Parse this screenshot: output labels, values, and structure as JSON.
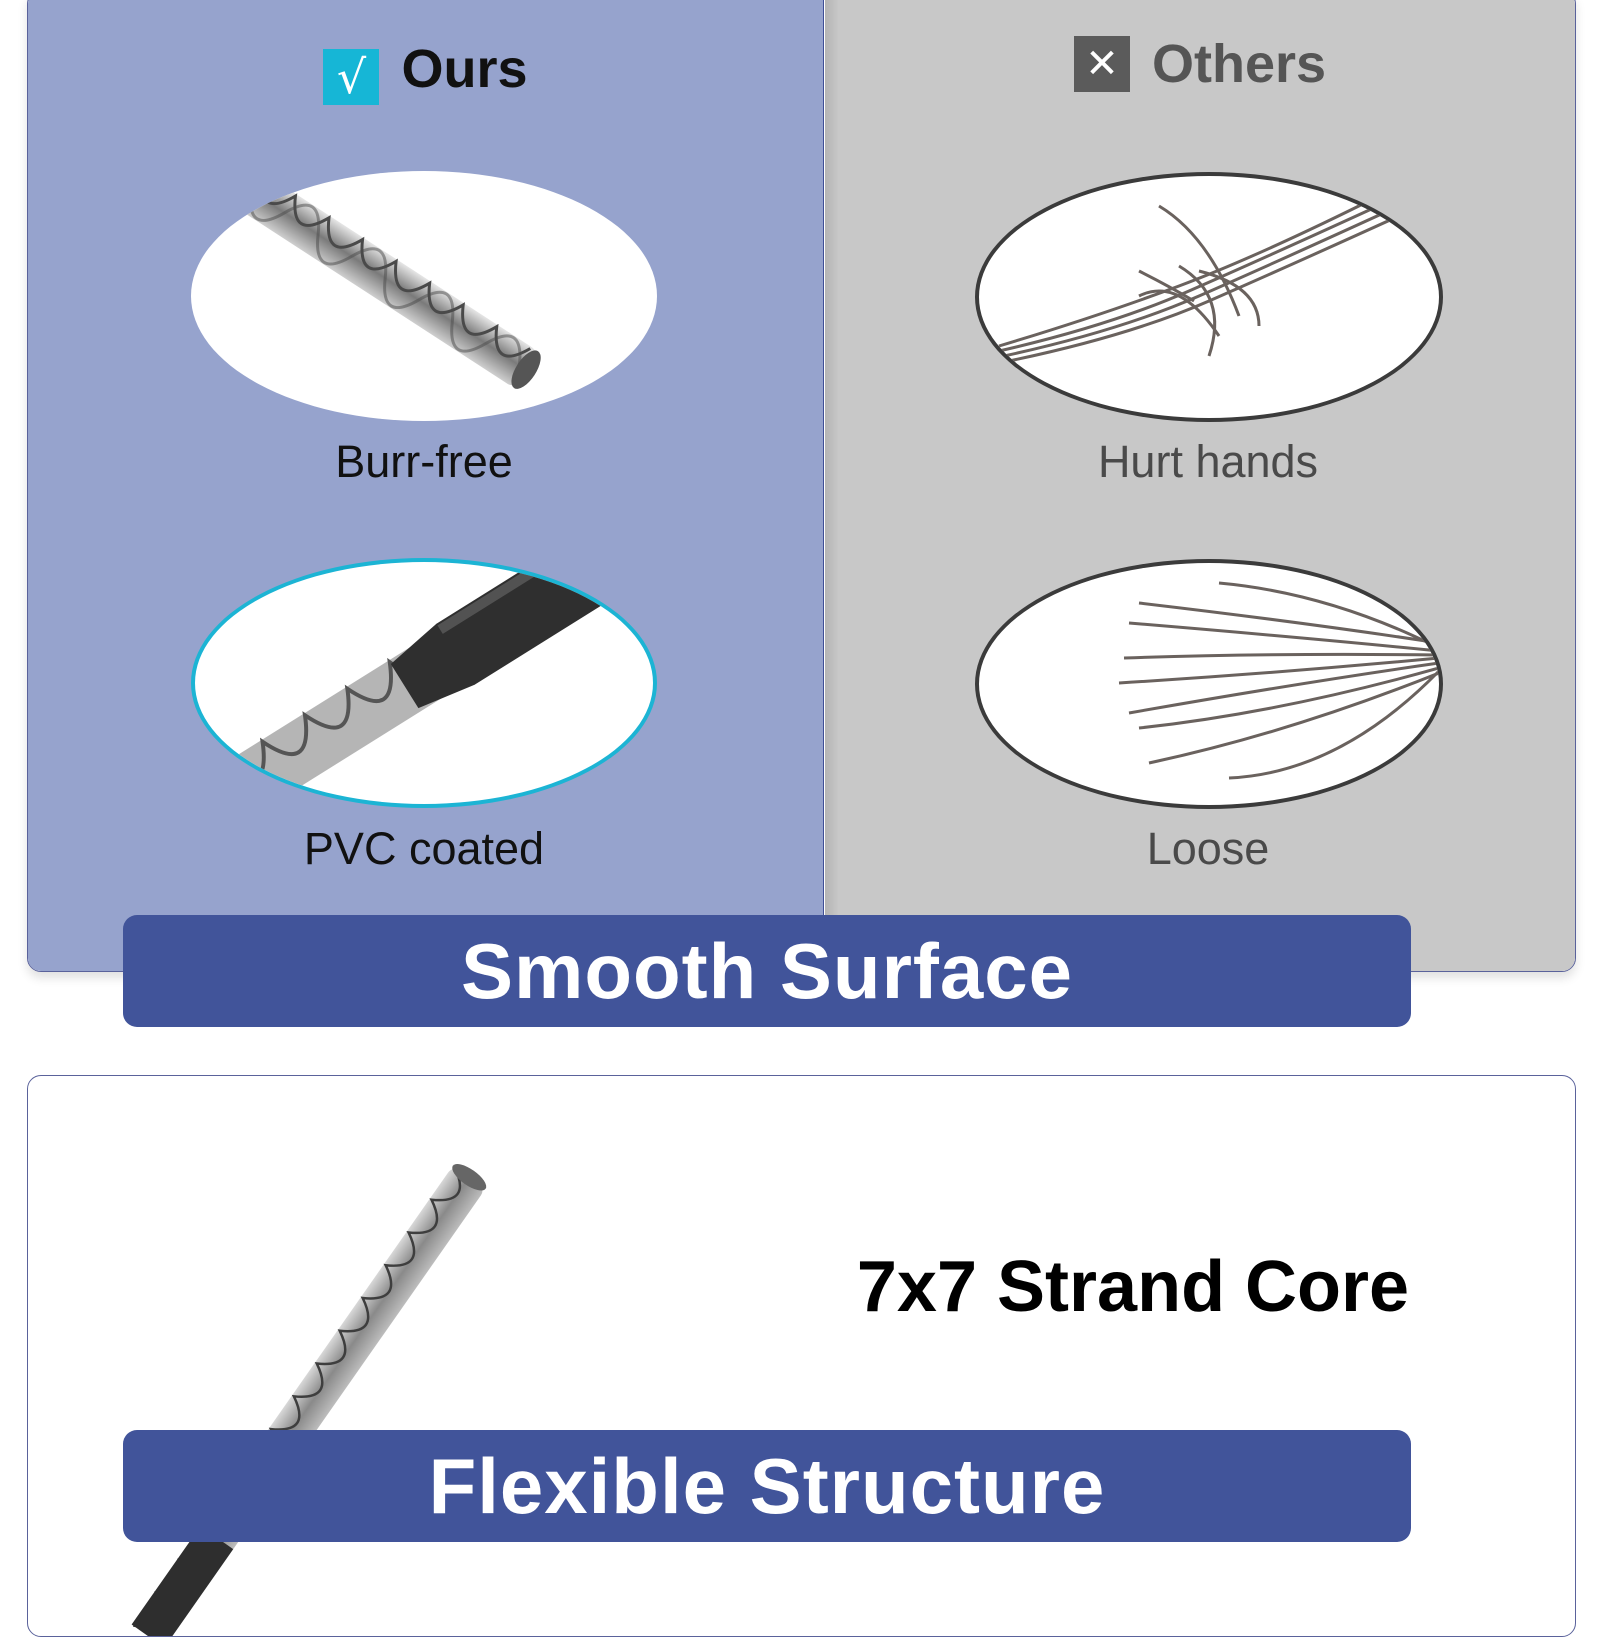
{
  "comparison": {
    "ours": {
      "title": "Ours",
      "icon": "check-icon",
      "icon_glyph": "√",
      "accent": "#16b6d6",
      "background": "#96a3cd",
      "items": [
        {
          "label": "Burr-free",
          "image": "cable-end-burr-free-image"
        },
        {
          "label": "PVC coated",
          "image": "cable-pvc-coated-image"
        }
      ]
    },
    "others": {
      "title": "Others",
      "icon": "x-icon",
      "icon_glyph": "✕",
      "background": "#c8c8c8",
      "items": [
        {
          "label": "Hurt hands",
          "image": "frayed-cable-image"
        },
        {
          "label": "Loose",
          "image": "loose-strands-image"
        }
      ]
    }
  },
  "banners": {
    "first": "Smooth Surface",
    "second": "Flexible Structure",
    "color": "#41549a"
  },
  "structure": {
    "label": "7x7 Strand Core",
    "image": "wire-rope-closeup-image"
  }
}
